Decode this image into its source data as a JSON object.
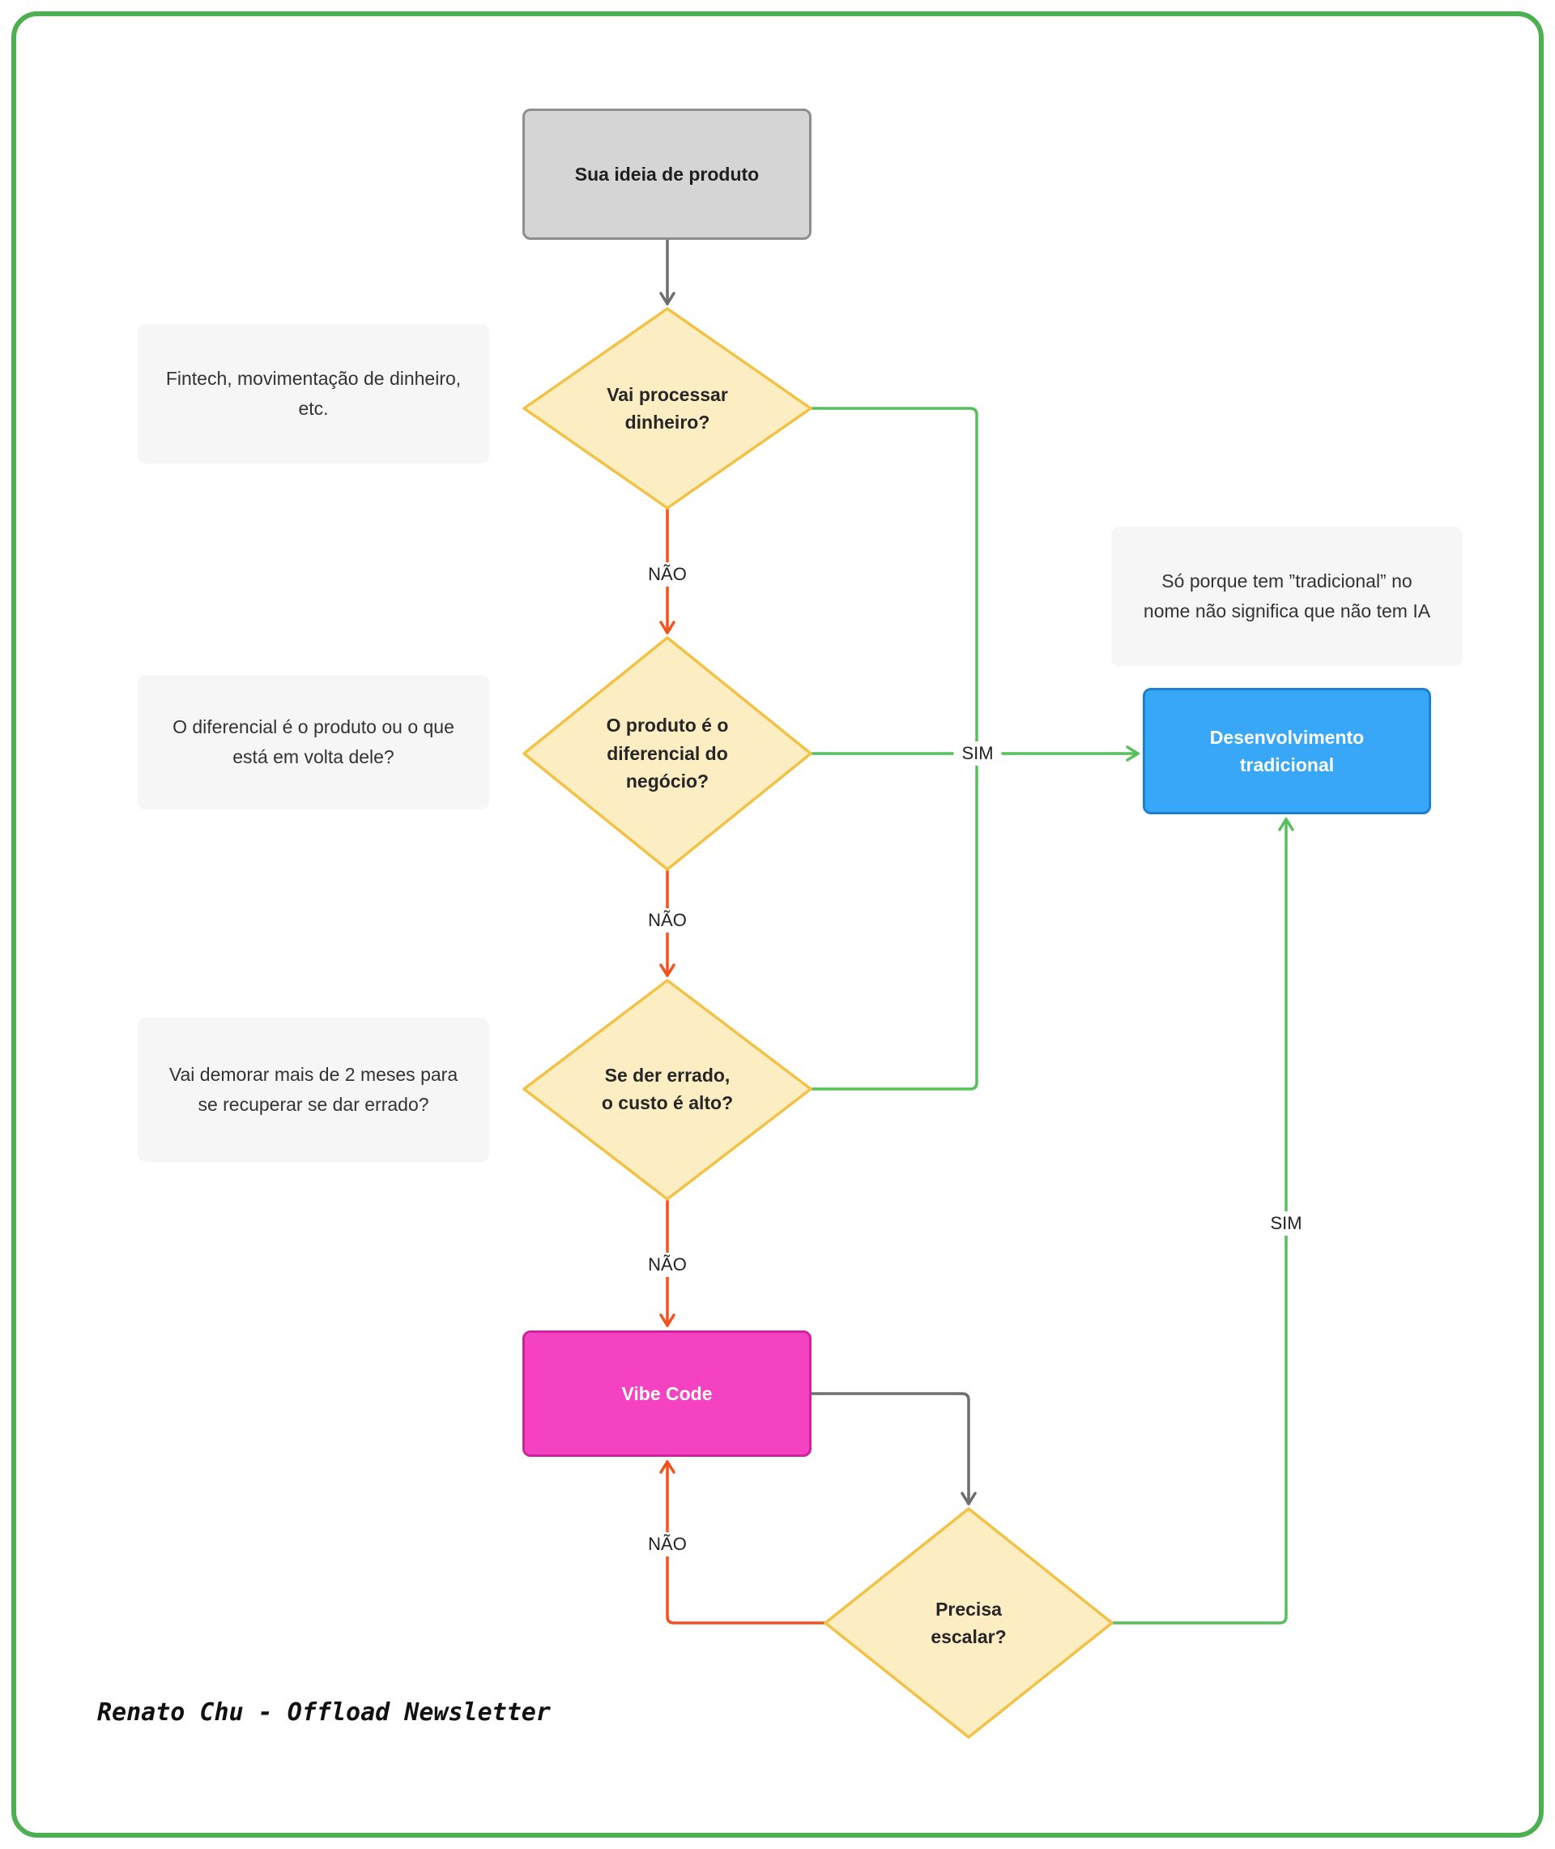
{
  "colors": {
    "frame_green": "#4caf50",
    "connector_green": "#56c05c",
    "connector_red": "#f4511e",
    "connector_gray": "#6e6e6e",
    "node_yellow_fill": "#fcedc3",
    "node_yellow_border": "#f3c244",
    "node_gray_fill": "#d5d5d5",
    "node_blue_fill": "#39a7f8",
    "node_pink_fill": "#f442c2"
  },
  "nodes": {
    "start": {
      "label": "Sua ideia de produto"
    },
    "q_money": {
      "label": "Vai processar\ndinheiro?"
    },
    "q_diff": {
      "label": "O produto é o\ndiferencial do\nnegócio?"
    },
    "q_cost": {
      "label": "Se der errado,\no custo é alto?"
    },
    "q_scale": {
      "label": "Precisa\nescalar?"
    },
    "traditional": {
      "label": "Desenvolvimento\ntradicional"
    },
    "vibe": {
      "label": "Vibe Code"
    }
  },
  "notes": {
    "fintech": {
      "text": "Fintech, movimentação de dinheiro,\netc."
    },
    "diff": {
      "text": "O diferencial é o produto ou o que\nestá em volta dele?"
    },
    "traditional": {
      "text": "Só porque tem ”tradicional” no\nnome não significa que não tem IA"
    },
    "cost": {
      "text": "Vai demorar mais de 2 meses para\nse recuperar se dar errado?"
    }
  },
  "edge_labels": {
    "nao1": "NÃO",
    "nao2": "NÃO",
    "nao3": "NÃO",
    "nao4": "NÃO",
    "sim1": "SIM",
    "sim2": "SIM"
  },
  "footer": {
    "credit": "Renato Chu - Offload Newsletter"
  }
}
